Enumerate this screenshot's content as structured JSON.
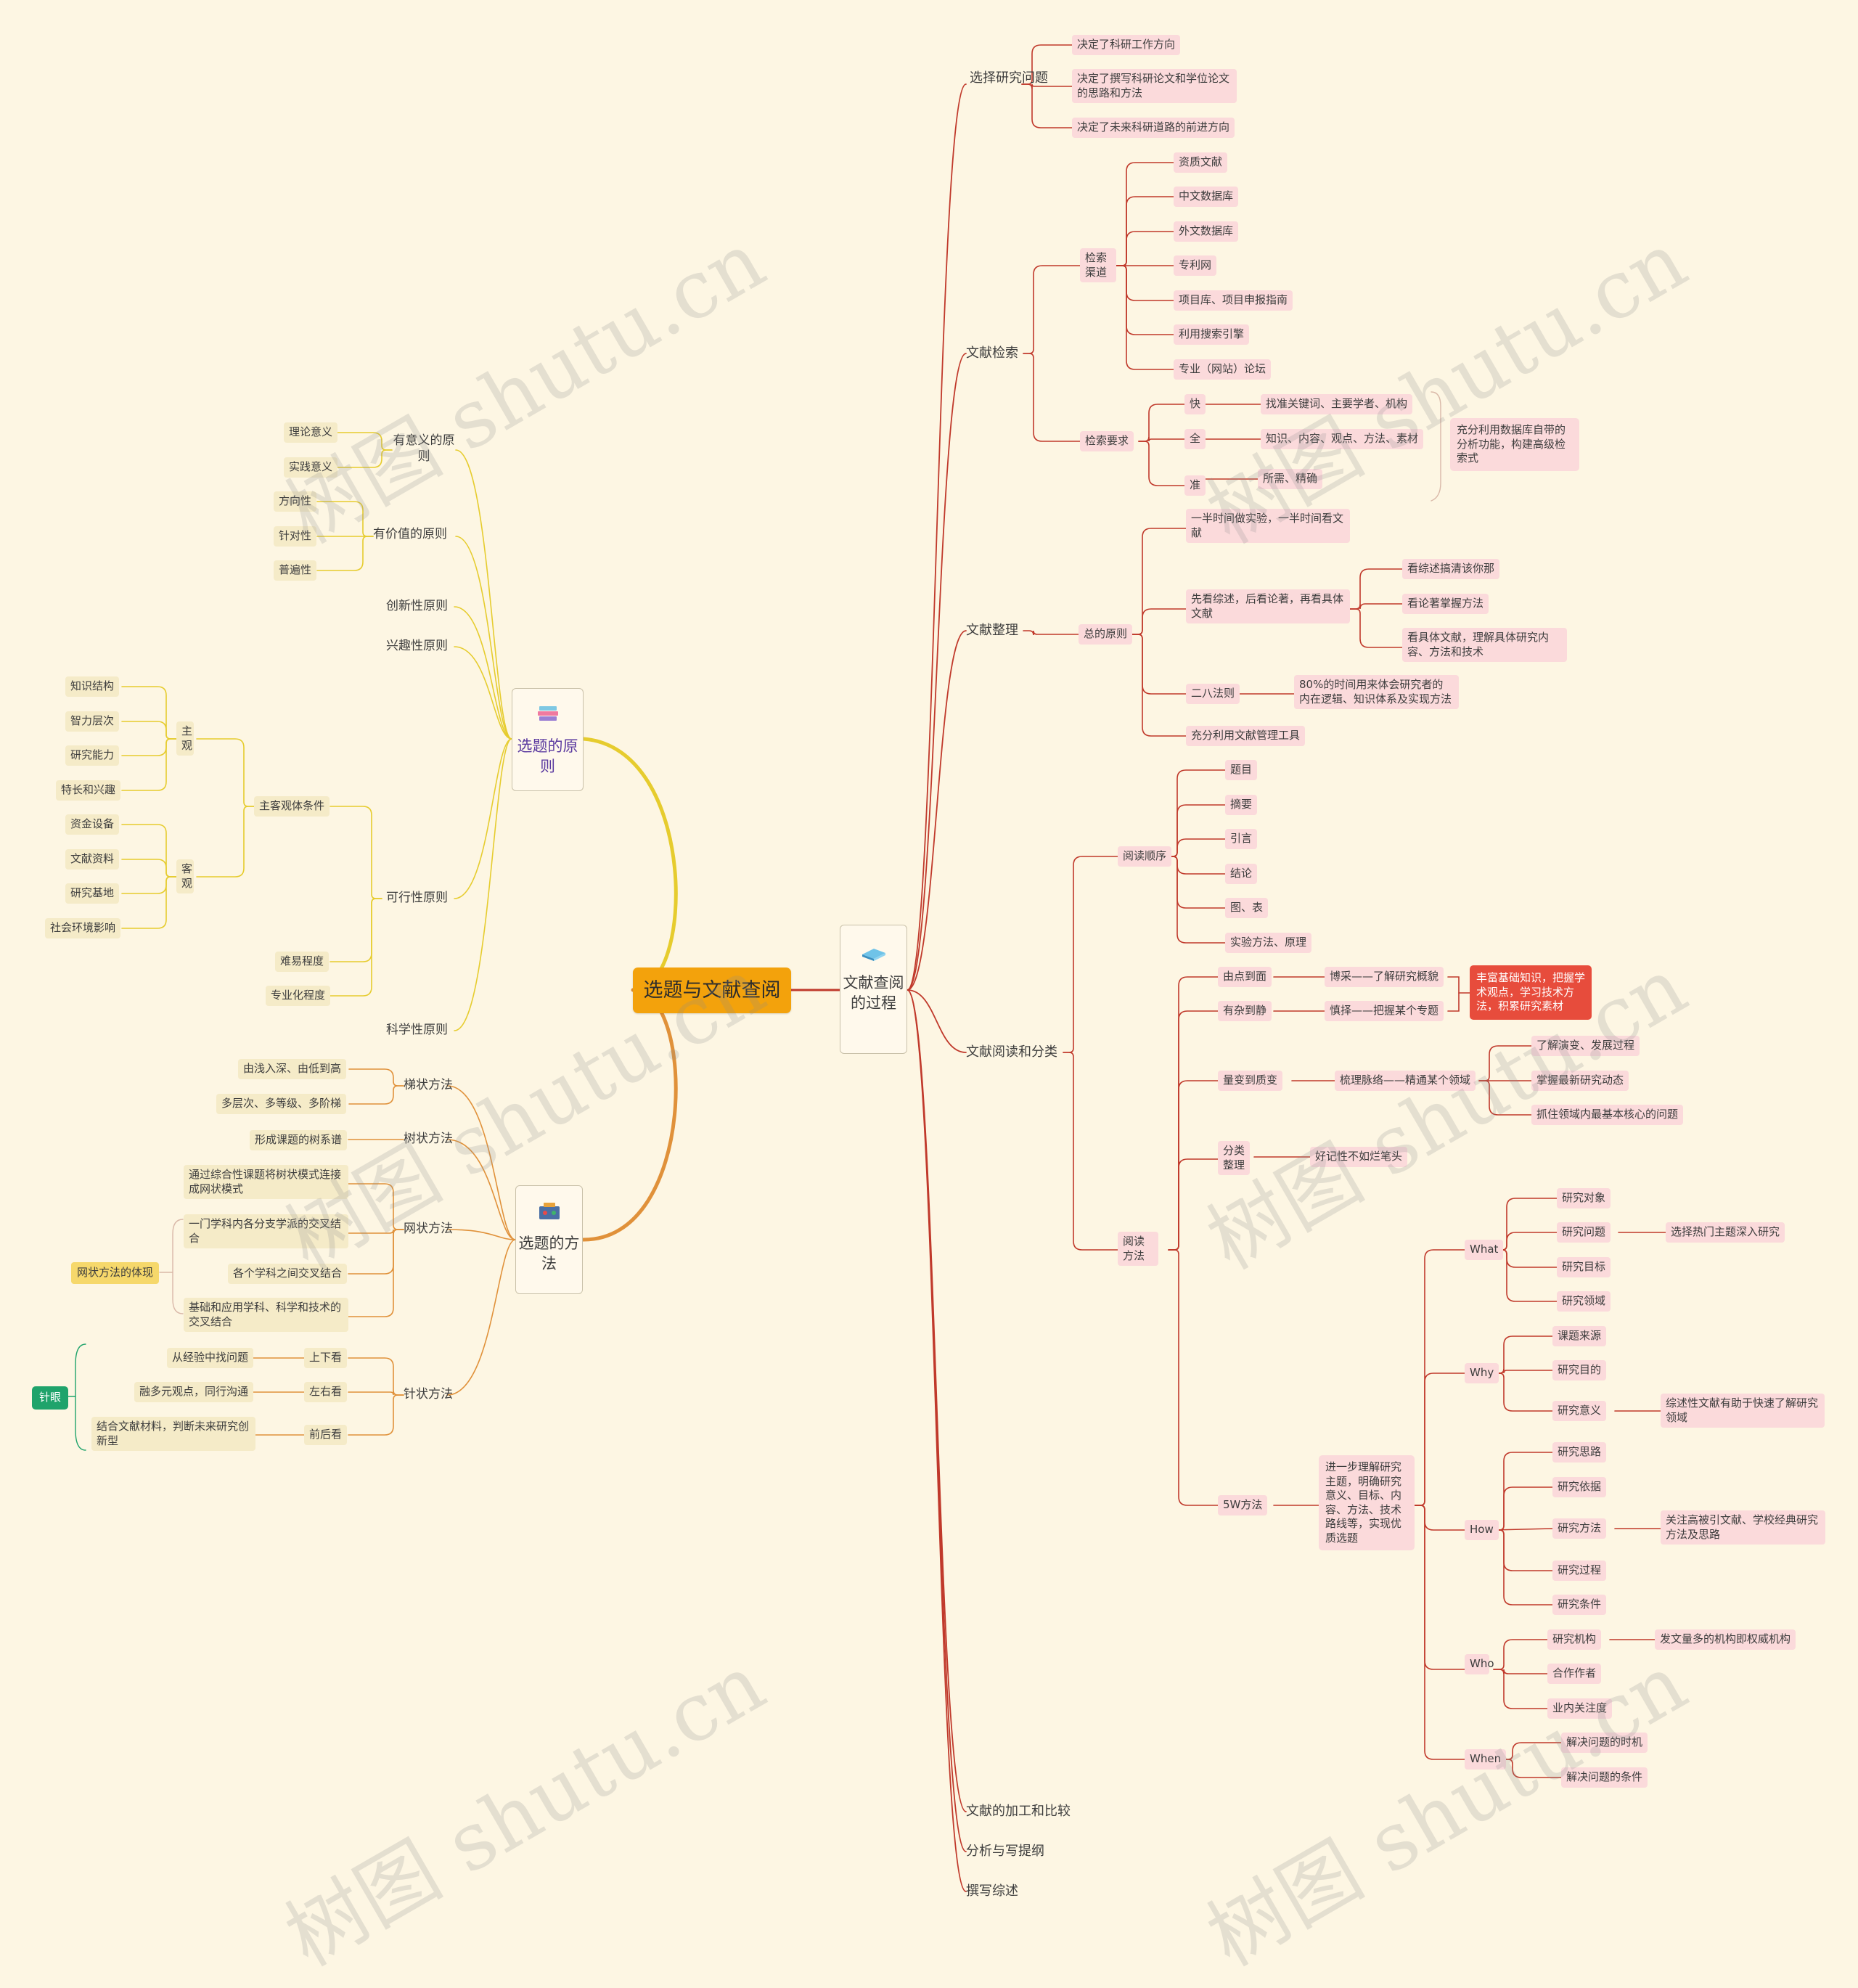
{
  "root": "选题与文献查阅",
  "right": {
    "title": "文献查阅的过程",
    "select_topic": {
      "label": "选择研究问题",
      "items": [
        "决定了科研工作方向",
        "决定了撰写科研论文和学位论文的思路和方法",
        "决定了未来科研道路的前进方向"
      ]
    },
    "search": {
      "label": "文献检索",
      "channel": {
        "label": "检索渠道",
        "items": [
          "资质文献",
          "中文数据库",
          "外文数据库",
          "专利网",
          "项目库、项目申报指南",
          "利用搜索引擎",
          "专业（网站）论坛"
        ]
      },
      "requirement": {
        "label": "检索要求",
        "fast": "快",
        "fast_detail": "找准关键词、主要学者、机构",
        "full": "全",
        "full_detail": "知识、内容、观点、方法、素材",
        "accurate": "准",
        "accurate_detail": "所需、精确",
        "summary": "充分利用数据库自带的分析功能，构建高级检索式"
      }
    },
    "organize": {
      "label": "文献整理",
      "principle": "总的原则",
      "half": "一半时间做实验，一半时间看文献",
      "first_review": "先看综述，后看论著，再看具体文献",
      "review_items": [
        "看综述搞清该你那",
        "看论著掌握方法",
        "看具体文献，理解具体研究内容、方法和技术"
      ],
      "pareto": "二八法则",
      "pareto_detail": "80%的时间用来体会研究者的内在逻辑、知识体系及实现方法",
      "tool": "充分利用文献管理工具"
    },
    "reading": {
      "label": "文献阅读和分类",
      "order": {
        "label": "阅读顺序",
        "items": [
          "题目",
          "摘要",
          "引言",
          "结论",
          "图、表",
          "实验方法、原理"
        ]
      },
      "method": {
        "label": "阅读方法",
        "shallow": "由点到面",
        "shallow_detail": "博采——了解研究概貌",
        "complex": "有杂到静",
        "complex_detail": "慎择——把握某个专题",
        "highlight": "丰富基础知识，把握学术观点，学习技术方法，积累研究素材",
        "quant": "量变到质变",
        "quant_detail": "梳理脉络——精通某个领域",
        "quant_items": [
          "了解演变、发展过程",
          "掌握最新研究动态",
          "抓住领域内最基本核心的问题"
        ],
        "classify": "分类整理",
        "classify_detail": "好记性不如烂笔头",
        "w5": "5W方法",
        "w5_desc": "进一步理解研究主题，明确研究意义、目标、内容、方法、技术路线等，实现优质选题",
        "what": "What",
        "what_items": [
          "研究对象",
          "研究问题",
          "研究目标",
          "研究领域"
        ],
        "what_note": "选择热门主题深入研究",
        "why": "Why",
        "why_items": [
          "课题来源",
          "研究目的",
          "研究意义"
        ],
        "why_note": "综述性文献有助于快速了解研究领域",
        "how": "How",
        "how_items": [
          "研究思路",
          "研究依据",
          "研究方法",
          "研究过程",
          "研究条件"
        ],
        "how_note": "关注高被引文献、学校经典研究方法及思路",
        "who": "Who",
        "who_items": [
          "研究机构",
          "合作作者",
          "业内关注度"
        ],
        "who_note": "发文量多的机构即权威机构",
        "when": "When",
        "when_items": [
          "解决问题的时机",
          "解决问题的条件"
        ]
      }
    },
    "process": "文献的加工和比较",
    "analyze": "分析与写提纲",
    "review": "撰写综述"
  },
  "principles": {
    "title": "选题的原则",
    "meaningful": "有意义的原则",
    "meaningful_items": [
      "理论意义",
      "实践意义"
    ],
    "valuable": "有价值的原则",
    "valuable_items": [
      "方向性",
      "针对性",
      "普遍性"
    ],
    "innovative": "创新性原则",
    "interest": "兴趣性原则",
    "feasible": "可行性原则",
    "condition": "主客观体条件",
    "subjective": "主观",
    "subjective_items": [
      "知识结构",
      "智力层次",
      "研究能力",
      "特长和兴趣"
    ],
    "objective": "客观",
    "objective_items": [
      "资金设备",
      "文献资料",
      "研究基地",
      "社会环境影响"
    ],
    "difficulty": "难易程度",
    "specialization": "专业化程度",
    "scientific": "科学性原则"
  },
  "methods": {
    "title": "选题的方法",
    "ladder": "梯状方法",
    "ladder_items": [
      "由浅入深、由低到高",
      "多层次、多等级、多阶梯"
    ],
    "tree": "树状方法",
    "tree_items": [
      "形成课题的树系谱"
    ],
    "net": "网状方法",
    "net_items": [
      "通过综合性课题将树状模式连接成网状模式",
      "一门学科内各分支学派的交叉结合",
      "各个学科之间交叉结合",
      "基础和应用学科、科学和技术的交叉结合"
    ],
    "net_note": "网状方法的体现",
    "needle": "针状方法",
    "needle_items": [
      "上下看",
      "左右看",
      "前后看"
    ],
    "needle_details": [
      "从经验中找问题",
      "融多元观点，同行沟通",
      "结合文献材料，判断未来研究创新型"
    ],
    "needle_eye": "针眼"
  },
  "watermark": "树图 shutu.cn",
  "colors": {
    "root": "#f3a20c",
    "right": "#c0392b",
    "upper": "#e6cc2e",
    "lower": "#e0913a",
    "pink": "#fbdadb",
    "red": "#e74c3c",
    "green": "#1fa36b"
  }
}
